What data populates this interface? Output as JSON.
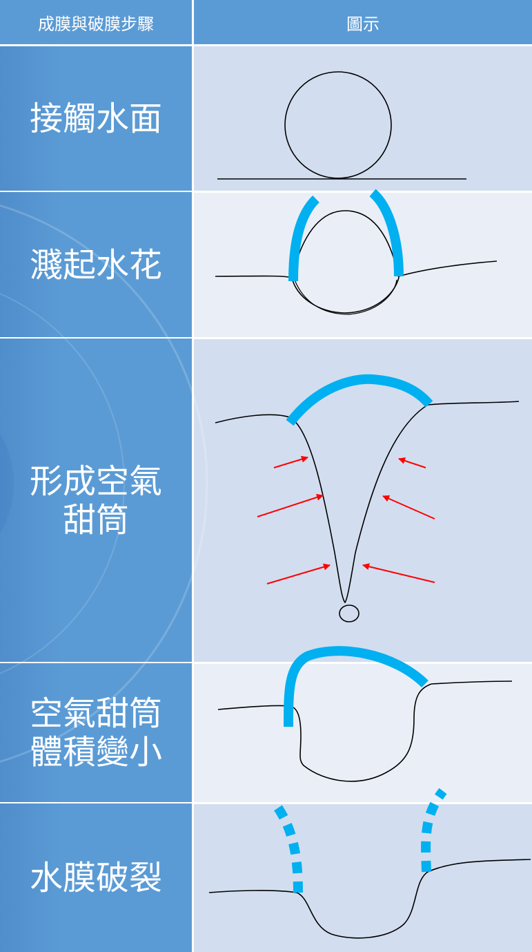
{
  "header": {
    "col_steps": "成膜與破膜步驟",
    "col_diagram": "圖示"
  },
  "rows": [
    {
      "label": "接觸水面"
    },
    {
      "label": "濺起水花"
    },
    {
      "label": "形成空氣\n甜筒"
    },
    {
      "label": "空氣甜筒\n體積變小"
    },
    {
      "label": "水膜破裂"
    }
  ],
  "colors": {
    "header_bg": "#5b9bd5",
    "cell_dark": "#d2deef",
    "cell_light": "#eaeff7",
    "film": "#00b0f0",
    "arrow": "#ff0000"
  }
}
